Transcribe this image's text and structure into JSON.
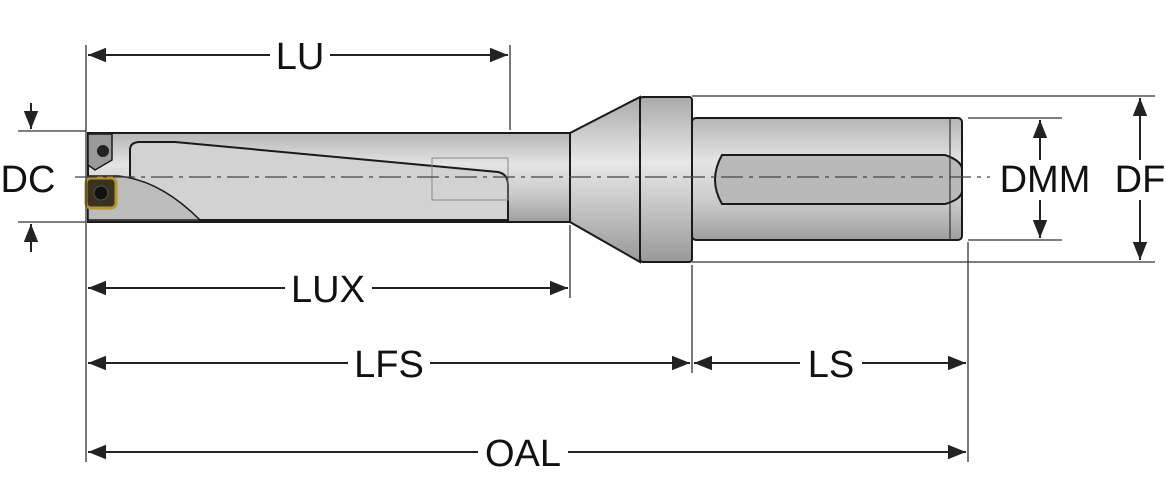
{
  "labels": {
    "lu": "LU",
    "dc": "DC",
    "lux": "LUX",
    "lfs": "LFS",
    "ls": "LS",
    "oal": "OAL",
    "dmm": "DMM",
    "df": "DF"
  },
  "colors": {
    "body": "#c4c4c4",
    "insert": "#b8962e",
    "line": "#1a1a1a"
  }
}
